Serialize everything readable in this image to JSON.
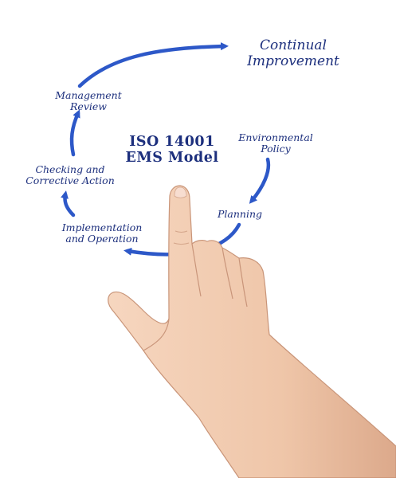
{
  "center_title": {
    "line1": "ISO 14001",
    "line2": "EMS Model"
  },
  "top_goal": {
    "line1": "Continual",
    "line2": "Improvement"
  },
  "steps": [
    {
      "line1": "Environmental",
      "line2": "Policy"
    },
    {
      "line1": "Planning",
      "line2": ""
    },
    {
      "line1": "Implementation",
      "line2": "and Operation"
    },
    {
      "line1": "Checking and",
      "line2": "Corrective Action"
    },
    {
      "line1": "Management",
      "line2": "Review"
    }
  ],
  "colors": {
    "ink": "#1c2f7d",
    "arrow": "#2d58c8",
    "skin": "#f2cdb2",
    "skin_shadow": "#d9a587",
    "nail": "#f4d9cc"
  }
}
